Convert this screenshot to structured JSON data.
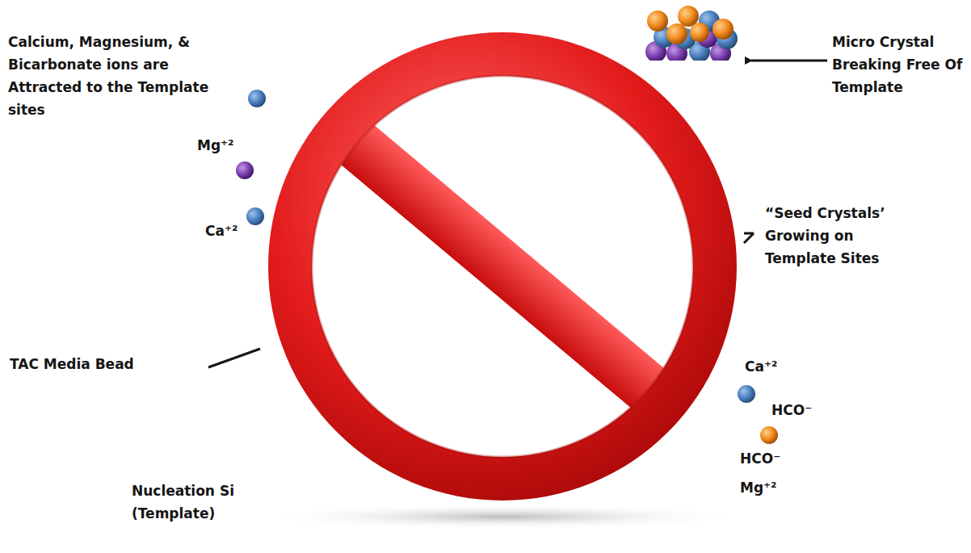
{
  "diagram": {
    "labels": [
      "Calcium, Magnesium, & Bicarbonate ions are Attracted to the Template sites",
      "Mg⁺²",
      "Ca⁺²",
      "TAC Media Bead",
      "Nucleation Si (Template)",
      "Micro Crystal Breaking Free Of Template",
      "“Seed Crystals’ Growing on Template Sites",
      "Ca⁺²",
      "HCO⁻",
      "HCO⁻",
      "Mg⁺²"
    ]
  }
}
